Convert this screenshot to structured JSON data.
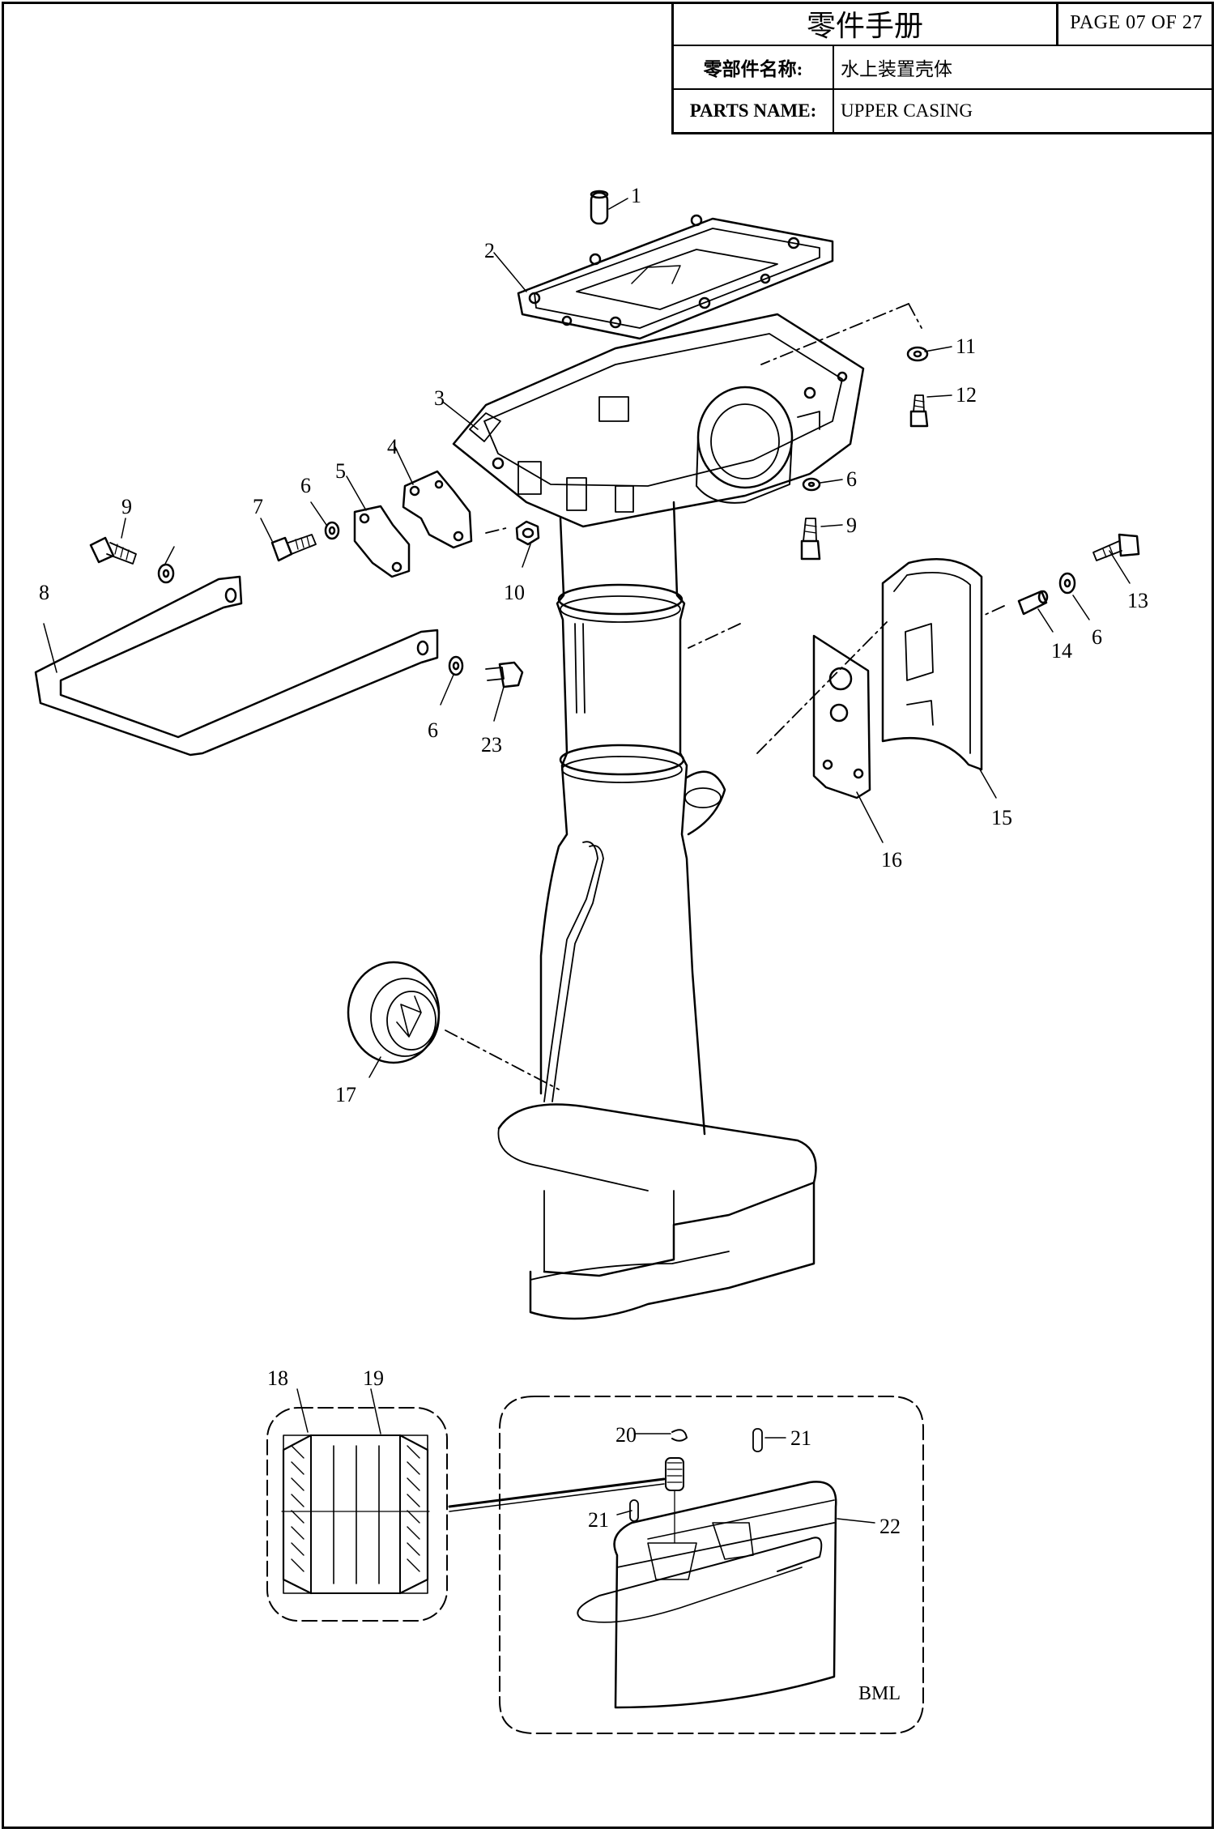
{
  "title_block": {
    "manual_title": "零件手册",
    "page": "PAGE 07 OF 27",
    "name_label_cn": "零部件名称:",
    "name_value_cn": "水上装置壳体",
    "name_label_en": "PARTS NAME:",
    "name_value_en": "UPPER CASING"
  },
  "diagram": {
    "callouts": [
      "1",
      "2",
      "3",
      "4",
      "5",
      "6",
      "7",
      "8",
      "9",
      "10",
      "11",
      "12",
      "6",
      "9",
      "13",
      "14",
      "6",
      "15",
      "16",
      "6",
      "23",
      "17",
      "18",
      "19",
      "20",
      "21",
      "21",
      "22"
    ],
    "stamp": "BML"
  }
}
